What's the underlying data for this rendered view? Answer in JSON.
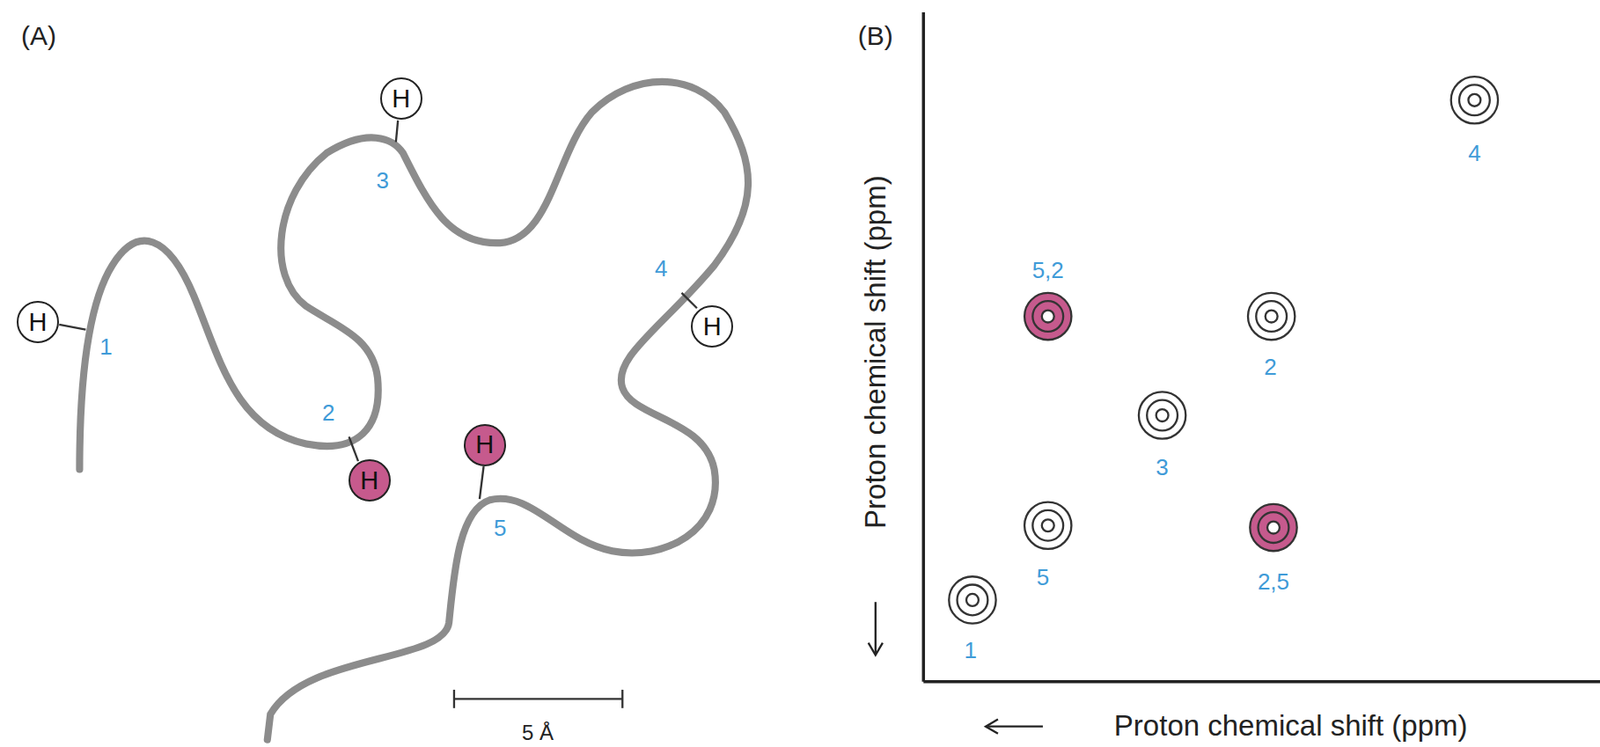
{
  "diagram": {
    "nodes": [
      {
        "text": [
          "H"
        ]
      },
      {
        "text": [
          "H"
        ]
      },
      {
        "text": [
          "H"
        ]
      },
      {
        "text": [
          "H"
        ]
      },
      {
        "text": [
          "H"
        ]
      }
    ],
    "labels": [
      "(A)",
      "(B)",
      "3",
      "1",
      "4",
      "2",
      "5",
      "5 Å",
      "4",
      "5,2",
      "2",
      "3",
      "5",
      "2,5",
      "1",
      "Proton chemical shift (ppm)",
      "Proton chemical shift (ppm)"
    ]
  }
}
